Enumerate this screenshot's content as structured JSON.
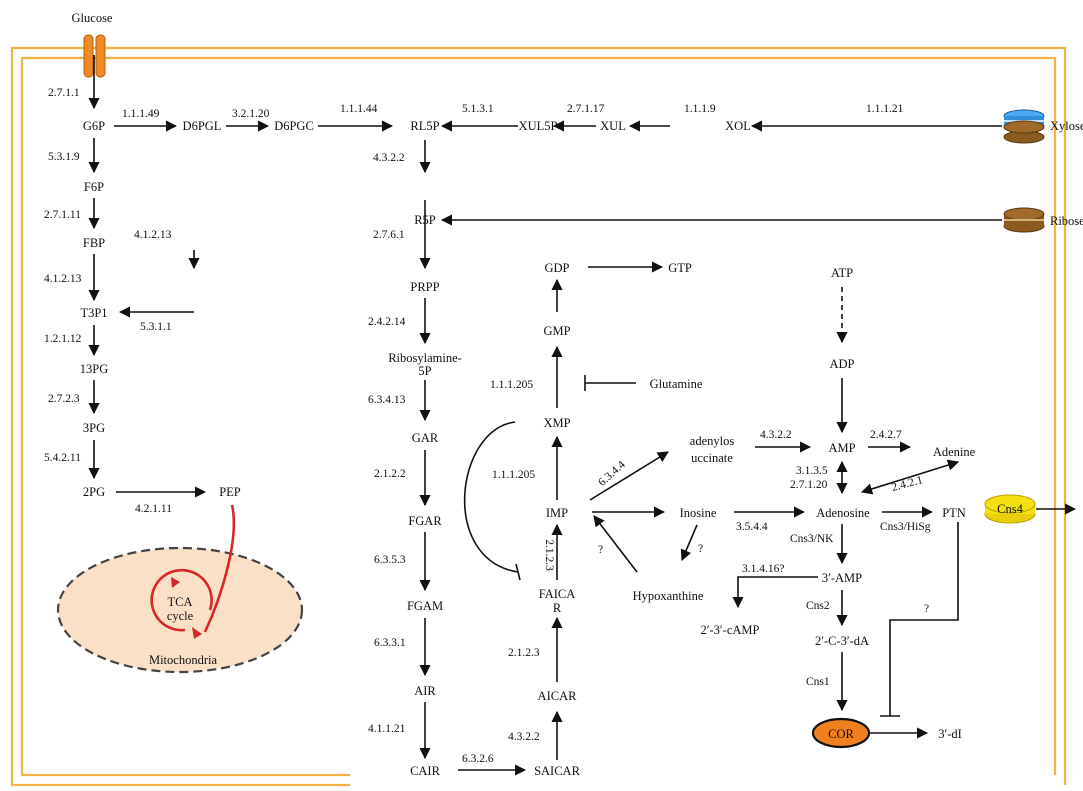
{
  "metabolites": {
    "glucose": "Glucose",
    "xylose": "Xylose",
    "ribose": "Ribose",
    "g6p": "G6P",
    "d6pgl": "D6PGL",
    "d6pgc": "D6PGC",
    "rl5p": "RL5P",
    "xul5p": "XUL5P",
    "xul": "XUL",
    "xol": "XOL",
    "f6p": "F6P",
    "fbp": "FBP",
    "t3p1": "T3P1",
    "pg13": "13PG",
    "pg3": "3PG",
    "pg2": "2PG",
    "pep": "PEP",
    "r5p": "R5P",
    "prpp": "PRPP",
    "ribosylamine_l1": "Ribosylamine-",
    "ribosylamine_l2": "5P",
    "gar": "GAR",
    "fgar": "FGAR",
    "fgam": "FGAM",
    "air": "AIR",
    "cair": "CAIR",
    "saicar": "SAICAR",
    "aicar": "AICAR",
    "faicar_l1": "FAICA",
    "faicar_l2": "R",
    "imp": "IMP",
    "xmp": "XMP",
    "gmp": "GMP",
    "gdp": "GDP",
    "gtp": "GTP",
    "glutamine": "Glutamine",
    "adenylosucc_l1": "adenylos",
    "adenylosucc_l2": "uccinate",
    "inosine": "Inosine",
    "hypoxanthine": "Hypoxanthine",
    "atp": "ATP",
    "adp": "ADP",
    "amp": "AMP",
    "adenine": "Adenine",
    "adenosine": "Adenosine",
    "ptn": "PTN",
    "cns4": "Cns4",
    "amp3": "3′-AMP",
    "camp": "2′-3′-cAMP",
    "cda": "2′-C-3′-dA",
    "cor": "COR",
    "di3": "3′-dI",
    "tca_l1": "TCA",
    "tca_l2": "cycle",
    "mitochondria": "Mitochondria"
  },
  "enzymes": {
    "e_glc": "2.7.1.1",
    "e_g6p_d6pgl": "1.1.1.49",
    "e_d6pgl_d6pgc": "3.2.1.20",
    "e_d6pgc_rl5p": "1.1.1.44",
    "e_xul5p_rl5p": "5.1.3.1",
    "e_xul_xul5p": "2.7.1.17",
    "e_xol_xul": "1.1.1.9",
    "e_xyl_xol": "1.1.1.21",
    "e_g6p_f6p": "5.3.1.9",
    "e_f6p_fbp": "2.7.1.11",
    "e_fbp_t3p1": "4.1.2.13",
    "e_side_top": "4.1.2.13",
    "e_side_bottom": "5.3.1.1",
    "e_t3p1_13pg": "1.2.1.12",
    "e_13pg_3pg": "2.7.2.3",
    "e_3pg_2pg": "5.4.2.11",
    "e_2pg_pep": "4.2.1.11",
    "e_rl5p_r5p": "4.3.2.2",
    "e_r5p_prpp": "2.7.6.1",
    "e_prpp_ribos": "2.4.2.14",
    "e_ribos_gar": "6.3.4.13",
    "e_gar_fgar": "2.1.2.2",
    "e_fgar_fgam": "6.3.5.3",
    "e_fgam_air": "6.3.3.1",
    "e_air_cair": "4.1.1.21",
    "e_cair_saicar": "6.3.2.6",
    "e_saicar_aicar": "4.3.2.2",
    "e_aicar_faicar": "2.1.2.3",
    "e_faicar_imp": "2.1.2.3",
    "e_imp_xmp": "1.1.1.205",
    "e_xmp_gmp": "1.1.1.205",
    "e_imp_adsucc": "6.3.4.4",
    "e_adsucc_amp": "4.3.2.2",
    "e_amp_adenine": "2.4.2.7",
    "e_amp_aden_1": "3.1.3.5",
    "e_amp_aden_2": "2.7.1.20",
    "e_adenine_aden": "2.4.2.1",
    "e_ino_aden": "3.5.4.4",
    "e_aden_ptn": "Cns3/HiSg",
    "e_aden_3amp": "Cns3/NK",
    "e_3amp_camp": "3.1.4.16?",
    "e_3amp_cda": "Cns2",
    "e_cda_cor": "Cns1",
    "q_ino_hypo": "?",
    "q_hypo_imp": "?",
    "q_ptn_cor": "?"
  },
  "colors": {
    "cell_membrane": "#f2b247",
    "glucose_transporter": "#f08a24",
    "xylose_transporter": "#2f8fd9",
    "ribose_transporter": "#8a5a1e",
    "cns4_transporter": "#f5e012",
    "cor_fill": "#f07f1f",
    "mitochondria_fill": "#fbe0c8",
    "tca_arrow": "#d62828"
  }
}
